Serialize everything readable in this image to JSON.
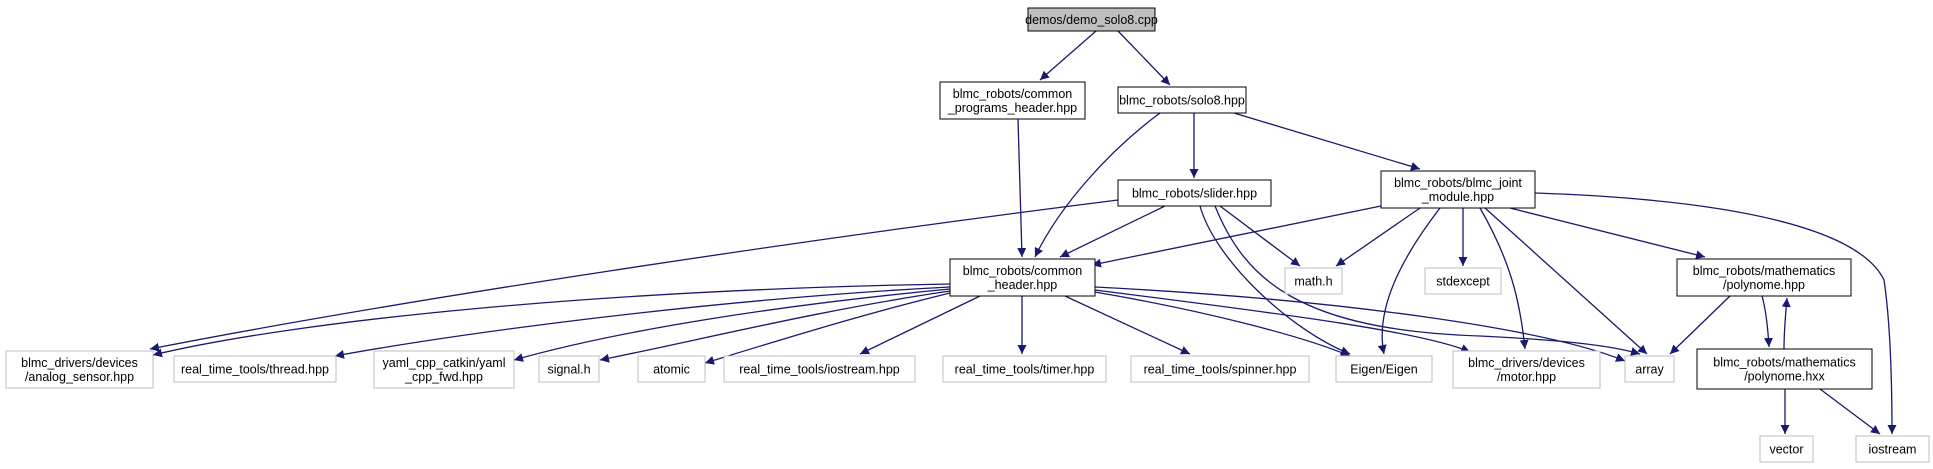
{
  "colors": {
    "edge": "#191970",
    "node_root_fill": "#bfbfbf",
    "node_border": "#000000",
    "node_system_border": "#bfbfbf",
    "node_fill": "#ffffff",
    "text": "#000000"
  },
  "nodes": [
    {
      "id": "demo",
      "lines": [
        "demos/demo_solo8.cpp"
      ],
      "kind": "root"
    },
    {
      "id": "common_programs",
      "lines": [
        "blmc_robots/common",
        "_programs_header.hpp"
      ],
      "kind": "local"
    },
    {
      "id": "solo8",
      "lines": [
        "blmc_robots/solo8.hpp"
      ],
      "kind": "local"
    },
    {
      "id": "slider",
      "lines": [
        "blmc_robots/slider.hpp"
      ],
      "kind": "local"
    },
    {
      "id": "joint_module",
      "lines": [
        "blmc_robots/blmc_joint",
        "_module.hpp"
      ],
      "kind": "local"
    },
    {
      "id": "common_header",
      "lines": [
        "blmc_robots/common",
        "_header.hpp"
      ],
      "kind": "local"
    },
    {
      "id": "math",
      "lines": [
        "math.h"
      ],
      "kind": "system"
    },
    {
      "id": "stdexcept",
      "lines": [
        "stdexcept"
      ],
      "kind": "system"
    },
    {
      "id": "polynome_hpp",
      "lines": [
        "blmc_robots/mathematics",
        "/polynome.hpp"
      ],
      "kind": "local"
    },
    {
      "id": "analog_sensor",
      "lines": [
        "blmc_drivers/devices",
        "/analog_sensor.hpp"
      ],
      "kind": "system"
    },
    {
      "id": "thread",
      "lines": [
        "real_time_tools/thread.hpp"
      ],
      "kind": "system"
    },
    {
      "id": "yaml",
      "lines": [
        "yaml_cpp_catkin/yaml",
        "_cpp_fwd.hpp"
      ],
      "kind": "system"
    },
    {
      "id": "signal",
      "lines": [
        "signal.h"
      ],
      "kind": "system"
    },
    {
      "id": "atomic",
      "lines": [
        "atomic"
      ],
      "kind": "system"
    },
    {
      "id": "rt_iostream",
      "lines": [
        "real_time_tools/iostream.hpp"
      ],
      "kind": "system"
    },
    {
      "id": "timer",
      "lines": [
        "real_time_tools/timer.hpp"
      ],
      "kind": "system"
    },
    {
      "id": "spinner",
      "lines": [
        "real_time_tools/spinner.hpp"
      ],
      "kind": "system"
    },
    {
      "id": "eigen",
      "lines": [
        "Eigen/Eigen"
      ],
      "kind": "system"
    },
    {
      "id": "motor",
      "lines": [
        "blmc_drivers/devices",
        "/motor.hpp"
      ],
      "kind": "system"
    },
    {
      "id": "array",
      "lines": [
        "array"
      ],
      "kind": "system"
    },
    {
      "id": "polynome_hxx",
      "lines": [
        "blmc_robots/mathematics",
        "/polynome.hxx"
      ],
      "kind": "local"
    },
    {
      "id": "vector",
      "lines": [
        "vector"
      ],
      "kind": "system"
    },
    {
      "id": "iostream",
      "lines": [
        "iostream"
      ],
      "kind": "system"
    }
  ],
  "edges": [
    {
      "from": "demo",
      "to": "common_programs"
    },
    {
      "from": "demo",
      "to": "solo8"
    },
    {
      "from": "common_programs",
      "to": "common_header"
    },
    {
      "from": "solo8",
      "to": "common_header"
    },
    {
      "from": "solo8",
      "to": "slider"
    },
    {
      "from": "solo8",
      "to": "joint_module"
    },
    {
      "from": "slider",
      "to": "analog_sensor"
    },
    {
      "from": "slider",
      "to": "common_header"
    },
    {
      "from": "slider",
      "to": "math"
    },
    {
      "from": "slider",
      "to": "eigen"
    },
    {
      "from": "slider",
      "to": "array"
    },
    {
      "from": "joint_module",
      "to": "common_header"
    },
    {
      "from": "joint_module",
      "to": "math"
    },
    {
      "from": "joint_module",
      "to": "stdexcept"
    },
    {
      "from": "joint_module",
      "to": "eigen"
    },
    {
      "from": "joint_module",
      "to": "motor"
    },
    {
      "from": "joint_module",
      "to": "array"
    },
    {
      "from": "joint_module",
      "to": "polynome_hpp"
    },
    {
      "from": "joint_module",
      "to": "iostream"
    },
    {
      "from": "common_header",
      "to": "analog_sensor"
    },
    {
      "from": "common_header",
      "to": "thread"
    },
    {
      "from": "common_header",
      "to": "yaml"
    },
    {
      "from": "common_header",
      "to": "signal"
    },
    {
      "from": "common_header",
      "to": "atomic"
    },
    {
      "from": "common_header",
      "to": "rt_iostream"
    },
    {
      "from": "common_header",
      "to": "timer"
    },
    {
      "from": "common_header",
      "to": "spinner"
    },
    {
      "from": "common_header",
      "to": "eigen"
    },
    {
      "from": "common_header",
      "to": "motor"
    },
    {
      "from": "common_header",
      "to": "array"
    },
    {
      "from": "polynome_hpp",
      "to": "array"
    },
    {
      "from": "polynome_hpp",
      "to": "polynome_hxx"
    },
    {
      "from": "polynome_hxx",
      "to": "polynome_hpp"
    },
    {
      "from": "polynome_hxx",
      "to": "vector"
    },
    {
      "from": "polynome_hxx",
      "to": "iostream"
    }
  ]
}
